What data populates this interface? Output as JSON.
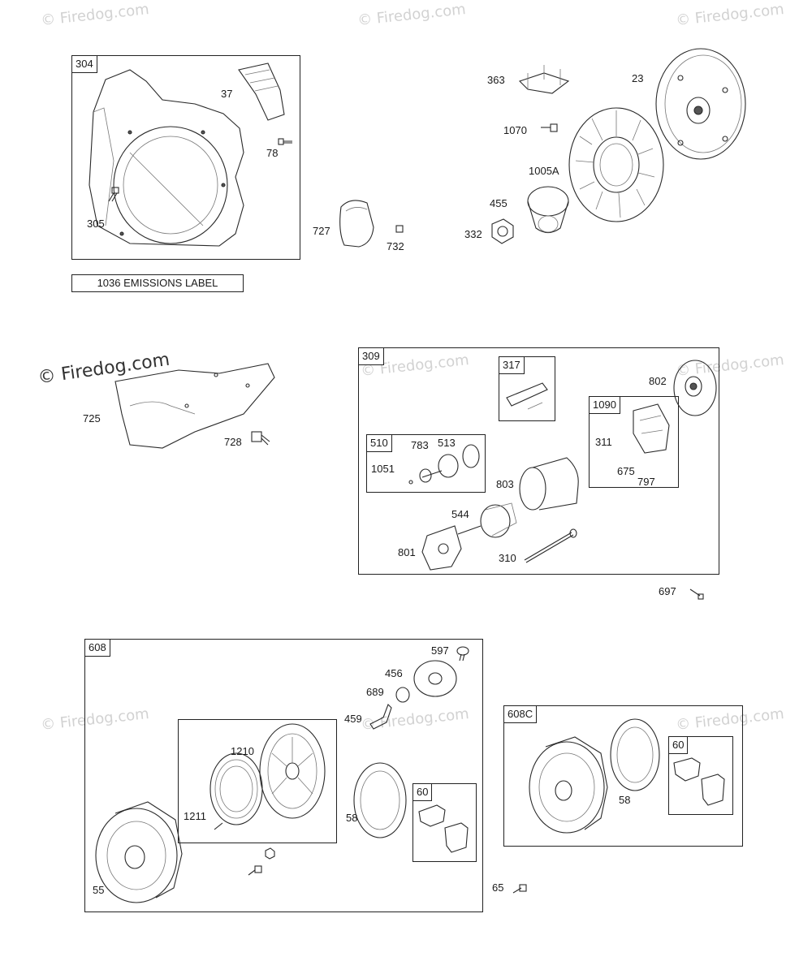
{
  "watermarks": {
    "text": "© Firedog.com",
    "text_prominent": "© Firedog.com"
  },
  "groups": {
    "g304": "304",
    "g309": "309",
    "g317": "317",
    "g510": "510",
    "g1090": "1090",
    "g608": "608",
    "g608c": "608C",
    "g60a": "60",
    "g60b": "60"
  },
  "emissions_label": "1036 EMISSIONS LABEL",
  "parts": {
    "p37": "37",
    "p78": "78",
    "p305": "305",
    "p727": "727",
    "p732": "732",
    "p363": "363",
    "p23": "23",
    "p1070": "1070",
    "p1005a": "1005A",
    "p455": "455",
    "p332": "332",
    "p725": "725",
    "p728": "728",
    "p802": "802",
    "p311": "311",
    "p675": "675",
    "p797": "797",
    "p783": "783",
    "p513": "513",
    "p1051": "1051",
    "p803": "803",
    "p544": "544",
    "p801": "801",
    "p310": "310",
    "p697": "697",
    "p597": "597",
    "p456": "456",
    "p689": "689",
    "p459": "459",
    "p1210": "1210",
    "p1211": "1211",
    "p58a": "58",
    "p55": "55",
    "p58b": "58",
    "p65": "65"
  }
}
